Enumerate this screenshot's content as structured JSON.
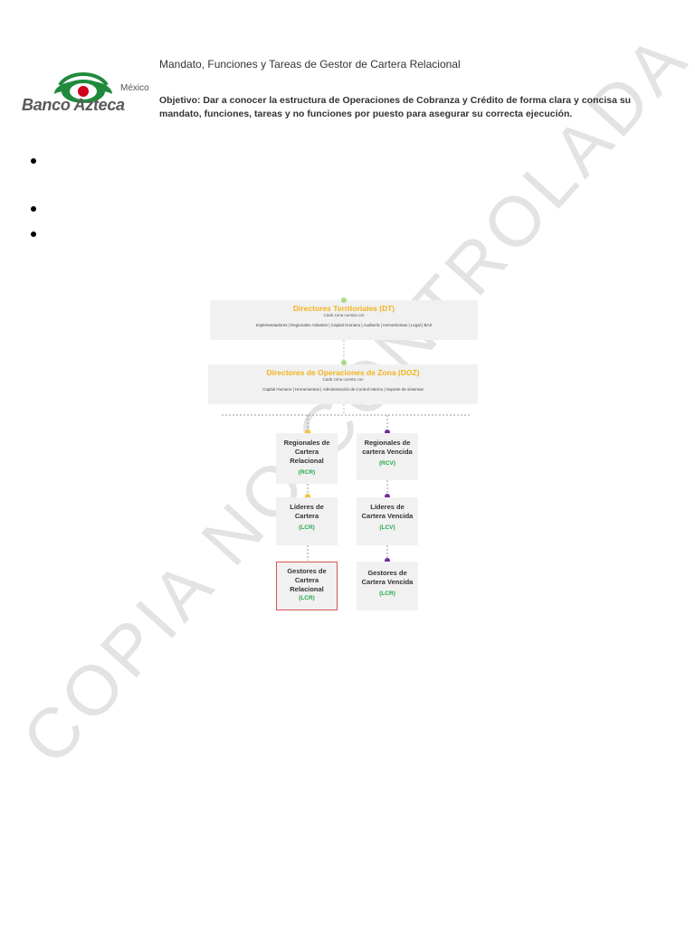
{
  "header": {
    "logo_name": "Banco Azteca",
    "logo_country": "México",
    "title": "Mandato, Funciones y Tareas de Gestor de Cartera Relacional",
    "objective": "Objetivo: Dar a conocer la estructura de Operaciones de Cobranza y Crédito de forma clara y concisa su mandato, funciones, tareas y no funciones por puesto para asegurar su correcta ejecución."
  },
  "watermark": "COPIA NO CONTROLADA",
  "colors": {
    "logo_green": "#1f8a3b",
    "logo_red": "#d0021b",
    "title_yellow": "#f2b21c",
    "abbr_green": "#22a84a",
    "dot_yellow": "#f5c242",
    "dot_green": "#a8d98a",
    "dot_purple": "#6b2fa0",
    "highlight_red": "#d9534f"
  },
  "org_chart": {
    "dt": {
      "title": "Directores Territoriales (DT)",
      "sub": "Cada zona cuenta con",
      "list": "Implementadores | Regionales Volantes | Capital Humano | Auditoría | Herramientas | Legal | BAZ"
    },
    "doz": {
      "title": "Directores de Operaciones de  Zona (DOZ)",
      "sub": "Cada zona cuenta con",
      "list": "Capital Humano | Herramientas | Administración de Control Interno | Soporte de sistemas"
    },
    "left": [
      {
        "title": "Regionales de Cartera Relacional",
        "abbr": "(RCR)"
      },
      {
        "title": "Líderes de Cartera",
        "abbr": "(LCR)"
      },
      {
        "title": "Gestores de Cartera Relacional",
        "abbr": "(LCR)"
      }
    ],
    "right": [
      {
        "title": "Regionales de cartera Vencida",
        "abbr": "(RCV)"
      },
      {
        "title": "Líderes de Cartera  Vencida",
        "abbr": "(LCV)"
      },
      {
        "title": "Gestores de Cartera Vencida",
        "abbr": "(LCR)"
      }
    ]
  }
}
